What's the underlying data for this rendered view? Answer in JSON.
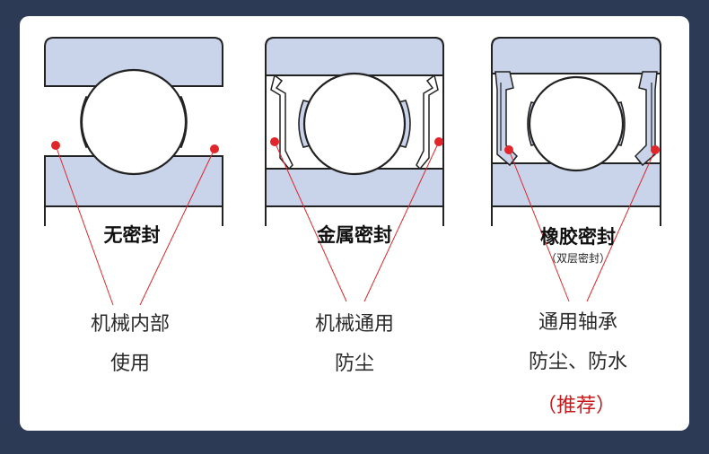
{
  "colors": {
    "background": "#2d3a55",
    "card": "#ffffff",
    "ring_fill": "#c9d3ea",
    "outline": "#222222",
    "accent_red": "#e0262a",
    "recommend_text": "#c8191c"
  },
  "bearings": [
    {
      "seal_type": "none",
      "title": "无密封",
      "usage_lines": [
        "机械内部",
        "使用"
      ]
    },
    {
      "seal_type": "metal",
      "title": "金属密封",
      "usage_lines": [
        "机械通用",
        "防尘"
      ]
    },
    {
      "seal_type": "rubber",
      "title": "橡胶密封",
      "subtitle": "（双层密封）",
      "usage_lines": [
        "通用轴承",
        "防尘、防水"
      ],
      "recommend": "（推荐）"
    }
  ]
}
